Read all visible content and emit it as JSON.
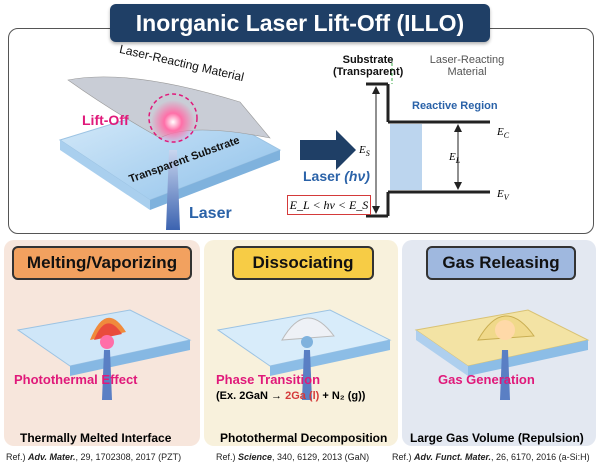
{
  "title": "Inorganic Laser Lift-Off (ILLO)",
  "illustration": {
    "material_label": "Laser-Reacting Material",
    "liftoff_label": "Lift-Off",
    "substrate_label": "Transparent Substrate",
    "laser_label": "Laser"
  },
  "band_diagram": {
    "substrate_label": "Substrate",
    "substrate_sub": "(Transparent)",
    "material_label": "Laser-Reacting",
    "material_sub": "Material",
    "reactive_label": "Reactive Region",
    "laser_label": "Laser",
    "laser_hv": "(hν)",
    "es_label": "E",
    "es_sub": "S",
    "el_label": "E",
    "el_sub": "L",
    "ec_label": "E",
    "ec_sub": "C",
    "ev_label": "E",
    "ev_sub": "V",
    "condition": "E_L < hν < E_S"
  },
  "cards": [
    {
      "title": "Melting/Vaporizing",
      "effect": "Photothermal Effect",
      "caption": "Thermally Melted Interface",
      "ref_prefix": "Ref.) ",
      "ref_journal": "Adv. Mater.",
      "ref_rest": ", 29, 1702308, 2017 (PZT)"
    },
    {
      "title": "Dissociating",
      "effect": "Phase Transition",
      "reaction_prefix": "(Ex. 2GaN → ",
      "reaction_highlight": "2Ga (l)",
      "reaction_suffix": " + N₂ (g))",
      "caption": "Photothermal Decomposition",
      "ref_prefix": "Ref.) ",
      "ref_journal": "Science",
      "ref_rest": ", 340, 6129, 2013 (GaN)"
    },
    {
      "title": "Gas Releasing",
      "effect": "Gas Generation",
      "caption": "Large Gas Volume (Repulsion)",
      "ref_prefix": "Ref.) ",
      "ref_journal": "Adv. Funct. Mater.",
      "ref_rest": ", 26, 6170, 2016 (a-Si:H)"
    }
  ],
  "colors": {
    "title_bg": "#1f3f66",
    "card1_header": "#f2a15f",
    "card2_header": "#f7cc45",
    "card3_header": "#9fb8df",
    "effect_text": "#e0197a",
    "laser_blue": "#2a62a8"
  }
}
